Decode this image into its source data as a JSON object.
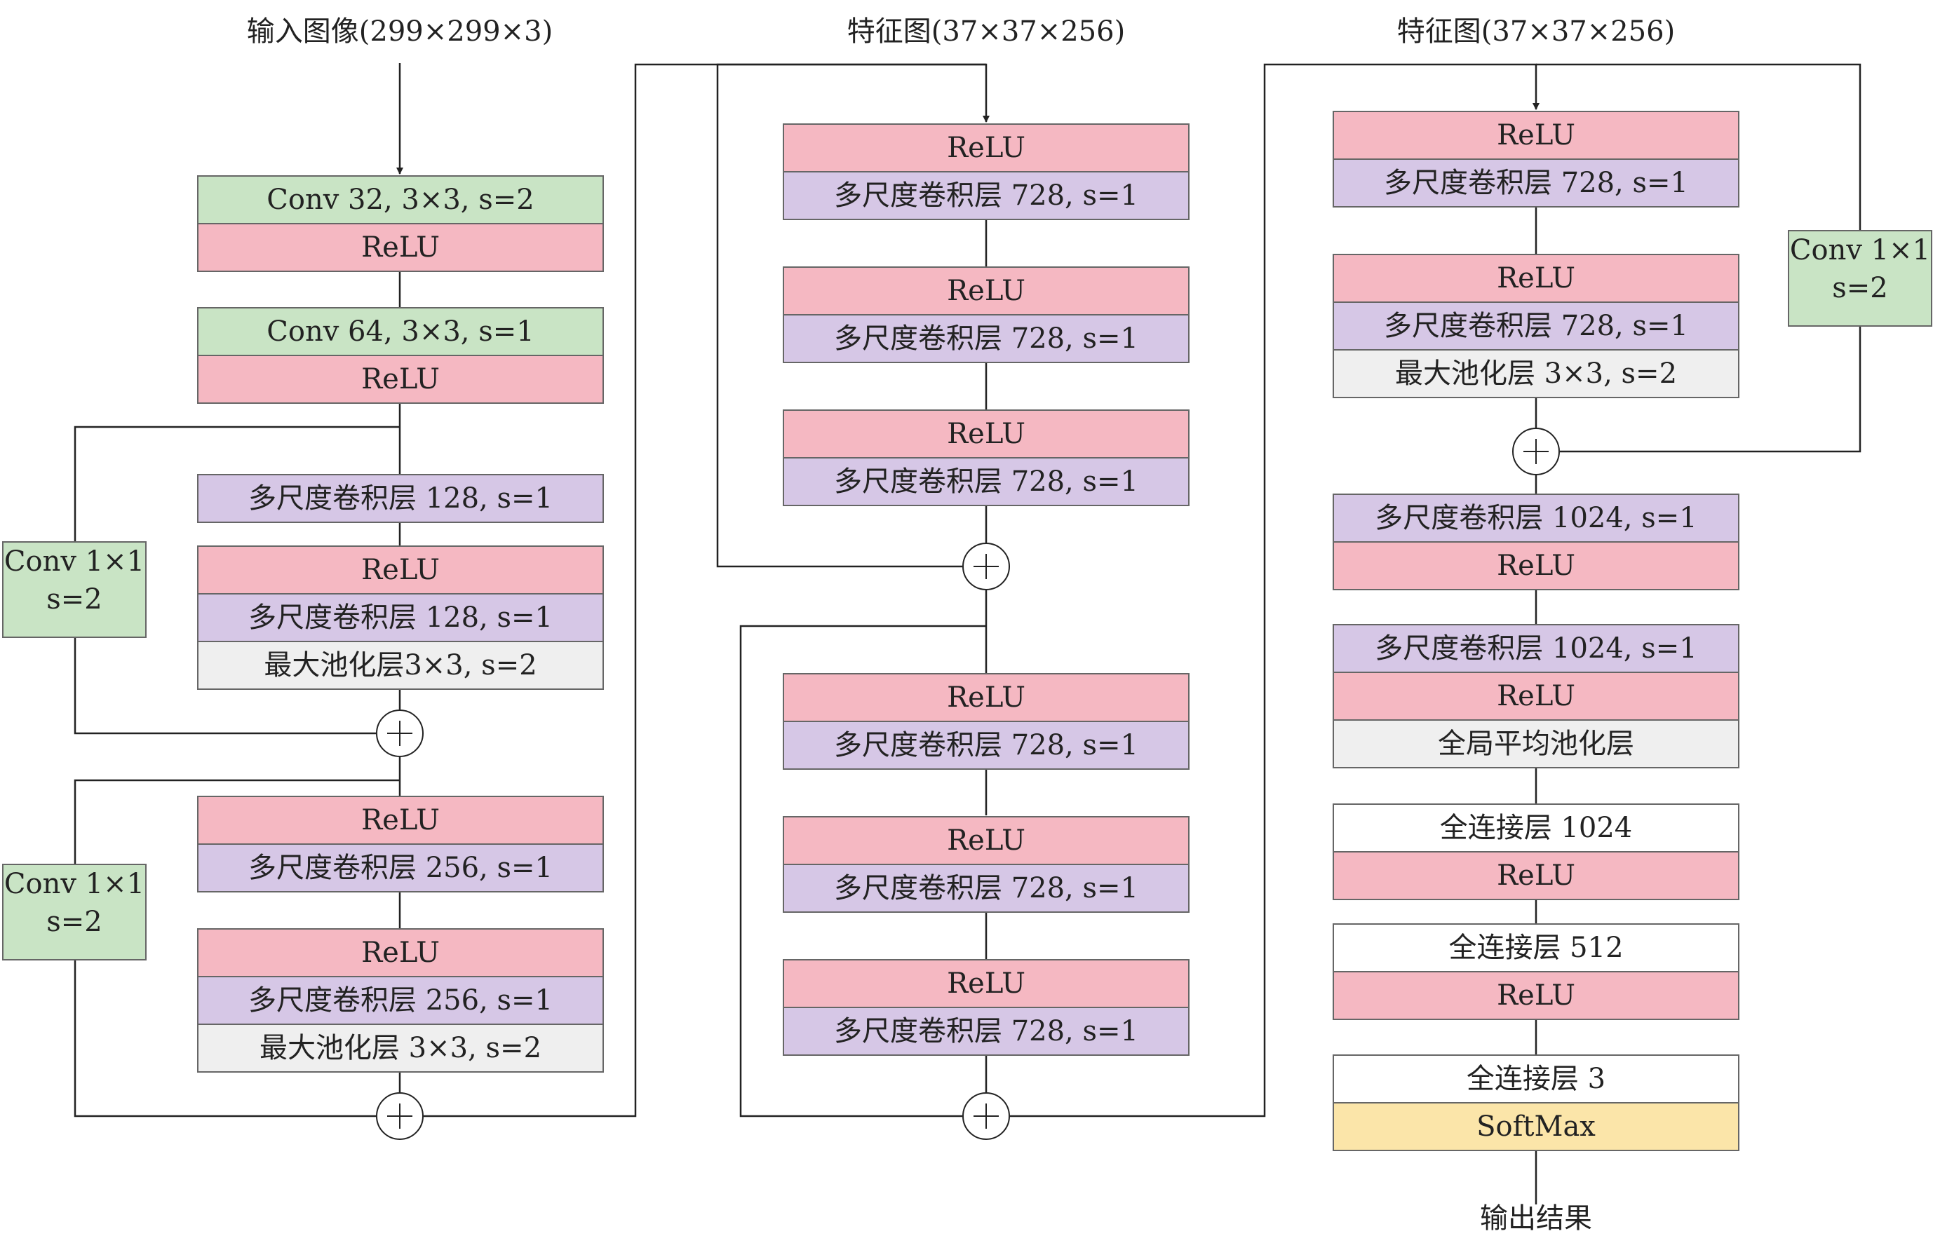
{
  "headers": {
    "input": "输入图像(299×299×3)",
    "feature_a": "特征图(37×37×256)",
    "feature_b": "特征图(37×37×256)",
    "output": "输出结果"
  },
  "column1": {
    "conv32": "Conv 32, 3×3, s=2",
    "relu1": "ReLU",
    "conv64": "Conv 64, 3×3, s=1",
    "relu2": "ReLU",
    "ms128_a": "多尺度卷积层 128, s=1",
    "relu3": "ReLU",
    "ms128_b": "多尺度卷积层 128, s=1",
    "pool1": "最大池化层3×3, s=2",
    "relu4": "ReLU",
    "ms256_a": "多尺度卷积层 256, s=1",
    "relu5": "ReLU",
    "ms256_b": "多尺度卷积层 256, s=1",
    "pool2": "最大池化层 3×3, s=2",
    "shortcut1": [
      "Conv 1×1",
      "s=2"
    ],
    "shortcut2": [
      "Conv 1×1",
      "s=2"
    ]
  },
  "column2": {
    "blocks": [
      {
        "relu": "ReLU",
        "conv": "多尺度卷积层 728, s=1"
      },
      {
        "relu": "ReLU",
        "conv": "多尺度卷积层 728, s=1"
      },
      {
        "relu": "ReLU",
        "conv": "多尺度卷积层 728, s=1"
      },
      {
        "relu": "ReLU",
        "conv": "多尺度卷积层 728, s=1"
      },
      {
        "relu": "ReLU",
        "conv": "多尺度卷积层 728, s=1"
      },
      {
        "relu": "ReLU",
        "conv": "多尺度卷积层 728, s=1"
      }
    ]
  },
  "column3": {
    "relu1": "ReLU",
    "ms728_a": "多尺度卷积层 728, s=1",
    "relu2": "ReLU",
    "ms728_b": "多尺度卷积层 728, s=1",
    "pool": "最大池化层 3×3, s=2",
    "shortcut": [
      "Conv 1×1",
      "s=2"
    ],
    "ms1024_a": "多尺度卷积层 1024, s=1",
    "relu3": "ReLU",
    "ms1024_b": "多尺度卷积层 1024, s=1",
    "relu4": "ReLU",
    "gap": "全局平均池化层",
    "fc1024": "全连接层 1024",
    "relu5": "ReLU",
    "fc512": "全连接层 512",
    "relu6": "ReLU",
    "fc3": "全连接层 3",
    "softmax": "SoftMax"
  },
  "colors": {
    "conv": "#c9e4c5",
    "relu": "#f5b8c2",
    "multiscale": "#d6c7e6",
    "pool": "#efefef",
    "softmax": "#fbe5a9"
  }
}
